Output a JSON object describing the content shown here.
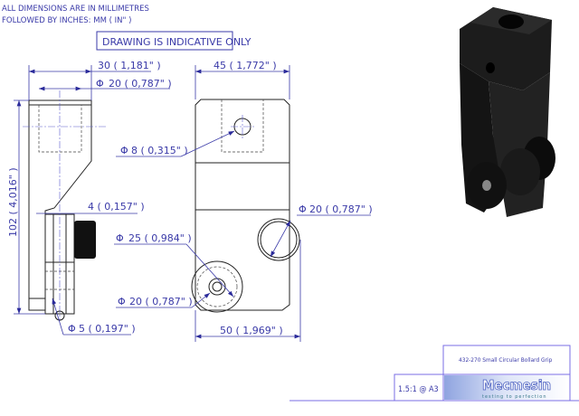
{
  "notes": {
    "line1": "ALL DIMENSIONS ARE IN MILLIMETRES",
    "line2": "FOLLOWED BY INCHES:    MM ( IN\" )",
    "disclaimer": "DRAWING IS INDICATIVE ONLY"
  },
  "dimensions": {
    "width_30": "30 ( 1,181\" )",
    "dia_20_top": "20 ( 0,787\" )",
    "height_102": "102 ( 4,016\" )",
    "dia_8": "8 ( 0,315\" )",
    "offset_4": "4 ( 0,157\" )",
    "dia_25": "25 ( 0,984\" )",
    "dia_20_bottom": "20 ( 0,787\" )",
    "dia_5": "5 ( 0,197\" )",
    "width_45": "45 ( 1,772\" )",
    "dia_20_right": "20 ( 0,787\" )",
    "width_50": "50 ( 1,969\" )",
    "phi": "Φ"
  },
  "title_block": {
    "title": "432-270 Small Circular Bollard Grip",
    "scale": "1.5:1 @ A3",
    "logo": "Mecmesin",
    "tagline": "testing to perfection"
  }
}
